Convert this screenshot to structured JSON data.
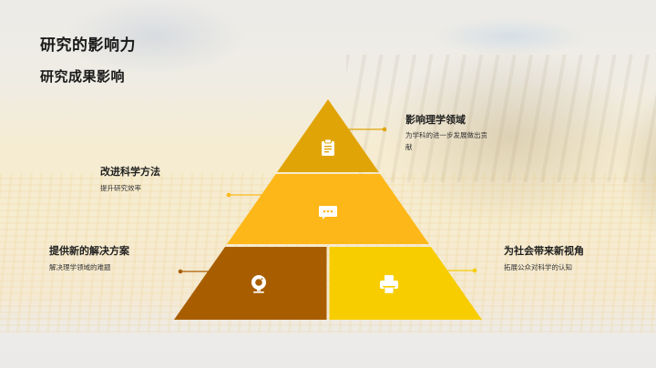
{
  "slide": {
    "title": "研究的影响力",
    "subtitle": "研究成果影响"
  },
  "colors": {
    "tier_top": "#e1a407",
    "tier_middle": "#fdb718",
    "tier_bottom_left": "#a85e00",
    "tier_bottom_right": "#f7cd00",
    "icon": "#ffffff",
    "connector_top": "#e1a407",
    "connector_middle": "#fdb718",
    "connector_bottom_left": "#a85e00",
    "connector_bottom_right": "#f7cd00"
  },
  "pyramid": {
    "tiers": [
      {
        "id": "top",
        "icon": "clipboard-icon",
        "heading": "影响理学领域",
        "description": "为学科的进一步发展做出贡献",
        "description_line1": "为学科的进一步发展做出贡",
        "description_line2": "献"
      },
      {
        "id": "middle",
        "icon": "chat-bubble-icon",
        "heading": "改进科学方法",
        "description": "提升研究效率"
      },
      {
        "id": "bottom-left",
        "icon": "webcam-icon",
        "heading": "提供新的解决方案",
        "description": "解决理学领域的难题"
      },
      {
        "id": "bottom-right",
        "icon": "printer-icon",
        "heading": "为社会带来新视角",
        "description": "拓展公众对科学的认知"
      }
    ]
  }
}
